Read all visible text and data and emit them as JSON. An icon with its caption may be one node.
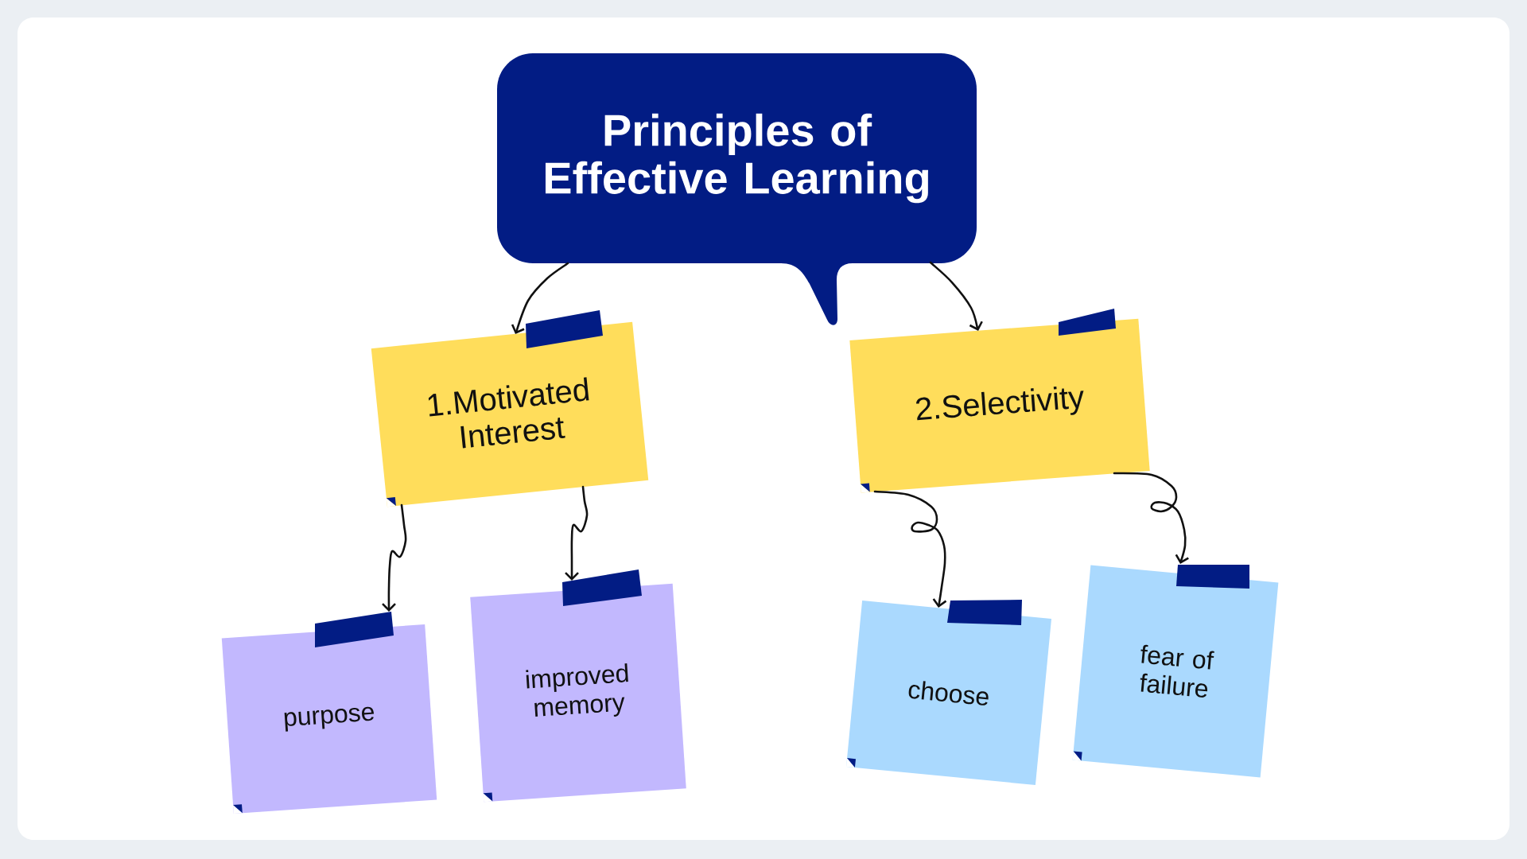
{
  "diagram": {
    "nodes": [
      {
        "text": [
          "Principles of Effective Learning"
        ]
      },
      {
        "text": [
          "1.Motivated Interest"
        ]
      },
      {
        "text": [
          "2.Selectivity"
        ]
      },
      {
        "text": [
          "purpose"
        ]
      },
      {
        "text": [
          "improved memory"
        ]
      },
      {
        "text": [
          "choose"
        ]
      },
      {
        "text": [
          "fear of failure"
        ]
      }
    ],
    "edges": [
      {
        "from": 0,
        "to": 1,
        "arrow": "to"
      },
      {
        "from": 0,
        "to": 2,
        "arrow": "to"
      },
      {
        "from": 1,
        "to": 3,
        "arrow": "to"
      },
      {
        "from": 1,
        "to": 4,
        "arrow": "to"
      },
      {
        "from": 2,
        "to": 5,
        "arrow": "to"
      },
      {
        "from": 2,
        "to": 6,
        "arrow": "to"
      }
    ]
  }
}
